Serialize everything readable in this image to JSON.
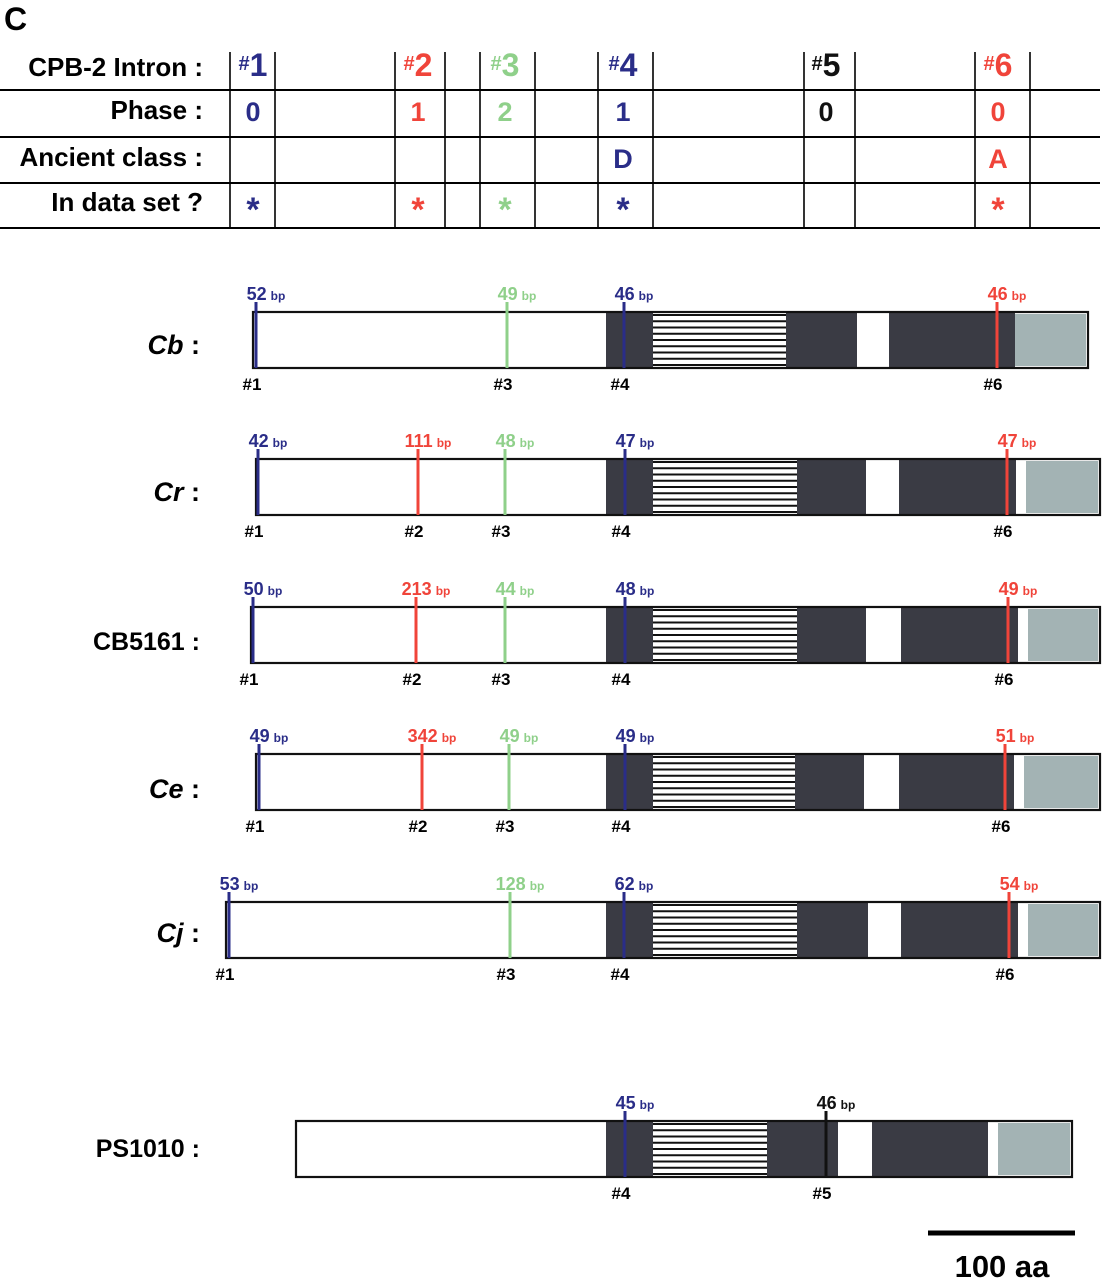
{
  "colors": {
    "blue": "#2a2d88",
    "red": "#f0443a",
    "green": "#8fd08a",
    "black": "#111111",
    "dark_block": "#3a3b44",
    "light_block": "#a3b3b4",
    "outline": "#111111"
  },
  "panel_label": "C",
  "table": {
    "header_label": "CPB-2 Intron :",
    "row_labels": [
      "Phase :",
      "Ancient class :",
      "In data set ?"
    ],
    "hash": "#",
    "introns": [
      {
        "num": "1",
        "color": "blue",
        "phase": "0",
        "ancient": "",
        "in_set": "*"
      },
      {
        "num": "2",
        "color": "red",
        "phase": "1",
        "ancient": "",
        "in_set": "*"
      },
      {
        "num": "3",
        "color": "green",
        "phase": "2",
        "ancient": "",
        "in_set": "*"
      },
      {
        "num": "4",
        "color": "blue",
        "phase": "1",
        "ancient": "D",
        "in_set": "*"
      },
      {
        "num": "5",
        "color": "black",
        "phase": "0",
        "ancient": "",
        "in_set": ""
      },
      {
        "num": "6",
        "color": "red",
        "phase": "0",
        "ancient": "A",
        "in_set": "*"
      }
    ]
  },
  "bp_unit": "bp",
  "genes": [
    {
      "name": "Cb",
      "label_suffix": " :",
      "italic": true,
      "introns": [
        {
          "num": "1",
          "label": "#1",
          "bp": "52",
          "color": "blue"
        },
        {
          "num": "3",
          "label": "#3",
          "bp": "49",
          "color": "green"
        },
        {
          "num": "4",
          "label": "#4",
          "bp": "46",
          "color": "blue"
        },
        {
          "num": "6",
          "label": "#6",
          "bp": "46",
          "color": "red"
        }
      ]
    },
    {
      "name": "Cr",
      "label_suffix": " :",
      "italic": true,
      "introns": [
        {
          "num": "1",
          "label": "#1",
          "bp": "42",
          "color": "blue"
        },
        {
          "num": "2",
          "label": "#2",
          "bp": "111",
          "color": "red"
        },
        {
          "num": "3",
          "label": "#3",
          "bp": "48",
          "color": "green"
        },
        {
          "num": "4",
          "label": "#4",
          "bp": "47",
          "color": "blue"
        },
        {
          "num": "6",
          "label": "#6",
          "bp": "47",
          "color": "red"
        }
      ]
    },
    {
      "name": "CB5161",
      "label_suffix": " :",
      "italic": false,
      "introns": [
        {
          "num": "1",
          "label": "#1",
          "bp": "50",
          "color": "blue"
        },
        {
          "num": "2",
          "label": "#2",
          "bp": "213",
          "color": "red"
        },
        {
          "num": "3",
          "label": "#3",
          "bp": "44",
          "color": "green"
        },
        {
          "num": "4",
          "label": "#4",
          "bp": "48",
          "color": "blue"
        },
        {
          "num": "6",
          "label": "#6",
          "bp": "49",
          "color": "red"
        }
      ]
    },
    {
      "name": "Ce",
      "label_suffix": " :",
      "italic": true,
      "introns": [
        {
          "num": "1",
          "label": "#1",
          "bp": "49",
          "color": "blue"
        },
        {
          "num": "2",
          "label": "#2",
          "bp": "342",
          "color": "red"
        },
        {
          "num": "3",
          "label": "#3",
          "bp": "49",
          "color": "green"
        },
        {
          "num": "4",
          "label": "#4",
          "bp": "49",
          "color": "blue"
        },
        {
          "num": "6",
          "label": "#6",
          "bp": "51",
          "color": "red"
        }
      ]
    },
    {
      "name": "Cj",
      "label_suffix": " :",
      "italic": true,
      "introns": [
        {
          "num": "1",
          "label": "#1",
          "bp": "53",
          "color": "blue"
        },
        {
          "num": "3",
          "label": "#3",
          "bp": "128",
          "color": "green"
        },
        {
          "num": "4",
          "label": "#4",
          "bp": "62",
          "color": "blue"
        },
        {
          "num": "6",
          "label": "#6",
          "bp": "54",
          "color": "red"
        }
      ]
    },
    {
      "name": "PS1010",
      "label_suffix": " :",
      "italic": false,
      "introns": [
        {
          "num": "4",
          "label": "#4",
          "bp": "45",
          "color": "blue"
        },
        {
          "num": "5",
          "label": "#5",
          "bp": "46",
          "color": "black"
        }
      ]
    }
  ],
  "scale_bar": {
    "label": "100 aa"
  }
}
